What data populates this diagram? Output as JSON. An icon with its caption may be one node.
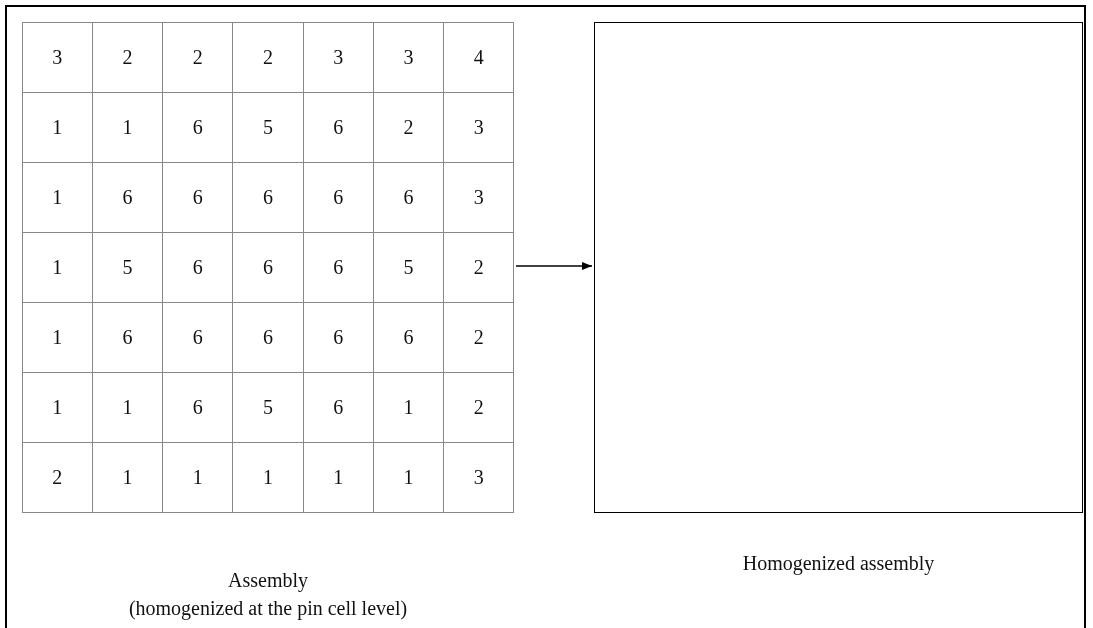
{
  "diagram": {
    "nodes": [
      {
        "text": [],
        "shape": "box",
        "beside": [
          "Assembly (homogenized at the pin cell level)"
        ]
      },
      {
        "text": [],
        "shape": "box",
        "beside": [
          "Homogenized assembly"
        ]
      }
    ],
    "edges": [
      {
        "from": 0,
        "to": 1,
        "arrow": "to"
      }
    ],
    "labels": [
      "3",
      "2",
      "2",
      "2",
      "3",
      "3",
      "4",
      "1",
      "1",
      "6",
      "5",
      "6",
      "2",
      "3",
      "1",
      "6",
      "6",
      "6",
      "6",
      "6",
      "3",
      "1",
      "5",
      "6",
      "6",
      "6",
      "5",
      "2",
      "1",
      "6",
      "6",
      "6",
      "6",
      "6",
      "2",
      "1",
      "1",
      "6",
      "5",
      "6",
      "1",
      "2",
      "2",
      "1",
      "1",
      "1",
      "1",
      "1",
      "3"
    ]
  }
}
